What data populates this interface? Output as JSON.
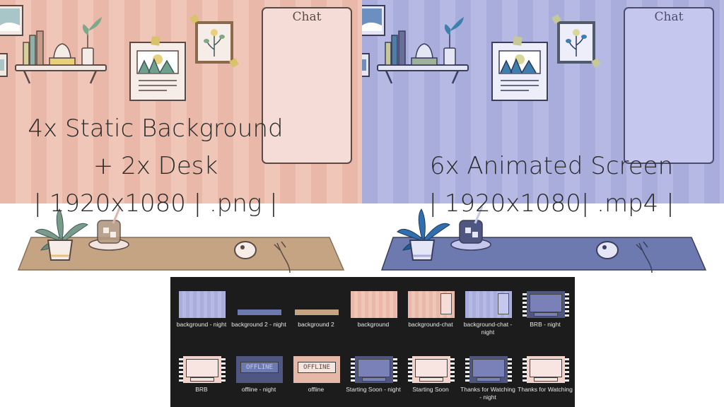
{
  "left_panel": {
    "chat_title": "Chat",
    "caption_lines": [
      "4x Static Background",
      "+ 2x Desk",
      "| 1920x1080 | .png |"
    ],
    "colors": {
      "wall": "#e9b8a8",
      "desk": "#c4a483"
    }
  },
  "right_panel": {
    "chat_title": "Chat",
    "caption_lines": [
      "6x Animated Screen",
      "| 1920x1080| .mp4 |"
    ],
    "colors": {
      "wall": "#a9addb",
      "desk": "#6d7ab0"
    }
  },
  "explorer": {
    "files": [
      {
        "name": "background - night",
        "kind": "wall-night"
      },
      {
        "name": "background 2 - night",
        "kind": "desk-night"
      },
      {
        "name": "background 2",
        "kind": "desk-day"
      },
      {
        "name": "background",
        "kind": "wall-day"
      },
      {
        "name": "background-chat",
        "kind": "wall-day-chat"
      },
      {
        "name": "background-chat -night",
        "kind": "wall-night-chat"
      },
      {
        "name": "BRB - night",
        "kind": "video-night"
      },
      {
        "name": "BRB",
        "kind": "video-day"
      },
      {
        "name": "offline - night",
        "kind": "offline-night",
        "screen_text": "OFFLINE"
      },
      {
        "name": "offline",
        "kind": "offline-day",
        "screen_text": "OFFLINE"
      },
      {
        "name": "Starting Soon - night",
        "kind": "video-night"
      },
      {
        "name": "Starting Soon",
        "kind": "video-day"
      },
      {
        "name": "Thanks for Watching - night",
        "kind": "video-night"
      },
      {
        "name": "Thanks for Watching",
        "kind": "video-day"
      }
    ]
  }
}
